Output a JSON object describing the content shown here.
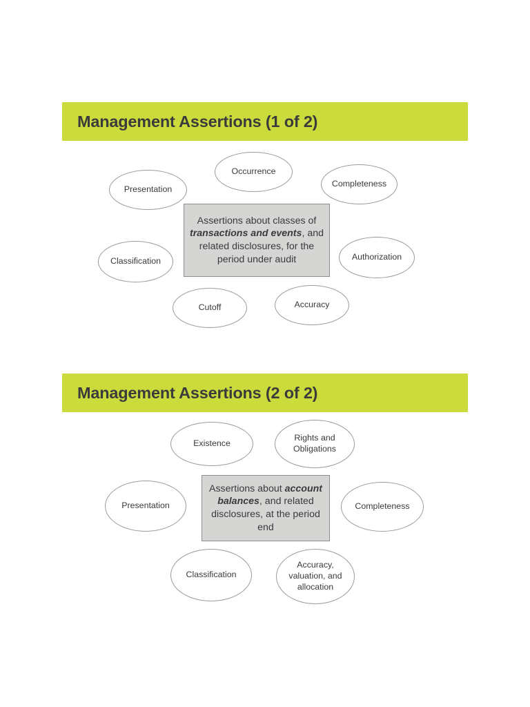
{
  "document": {
    "background_color": "#ffffff",
    "accent_color": "#cbdb3c",
    "title_text_color": "#3b3b3b",
    "center_box_fill": "#d5d5d3",
    "center_box_border": "#8c8c8c",
    "ellipse_border": "#9a9a9a"
  },
  "sections": [
    {
      "header": "Management Assertions (1 of 2)",
      "center": {
        "before": "Assertions about classes of ",
        "emphasis": "transactions and events",
        "after": ", and related disclosures, for the period under audit"
      },
      "nodes": [
        {
          "label": "Occurrence"
        },
        {
          "label": "Presentation"
        },
        {
          "label": "Completeness"
        },
        {
          "label": "Classification"
        },
        {
          "label": "Authorization"
        },
        {
          "label": "Cutoff"
        },
        {
          "label": "Accuracy"
        }
      ]
    },
    {
      "header": "Management Assertions (2 of 2)",
      "center": {
        "before": "Assertions about ",
        "emphasis": "account balances",
        "after": ", and related disclosures, at the period end"
      },
      "nodes": [
        {
          "label": "Existence"
        },
        {
          "label": "Rights and\nObligations"
        },
        {
          "label": "Presentation"
        },
        {
          "label": "Completeness"
        },
        {
          "label": "Classification"
        },
        {
          "label": "Accuracy,\nvaluation, and\nallocation"
        }
      ]
    }
  ]
}
